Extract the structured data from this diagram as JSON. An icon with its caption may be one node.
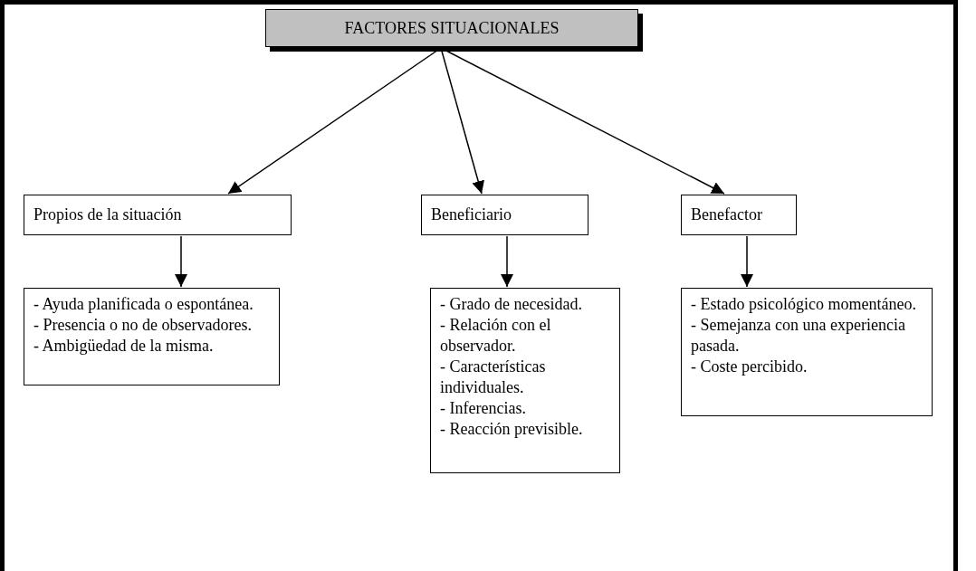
{
  "diagram": {
    "nodes": [
      {
        "text": [
          "FACTORES SITUACIONALES"
        ]
      },
      {
        "text": [
          "Propios de la situación"
        ]
      },
      {
        "text": [
          "Beneficiario"
        ]
      },
      {
        "text": [
          "Benefactor"
        ]
      },
      {
        "text": [
          "- Ayuda planificada o espontánea.",
          "- Presencia o no de observadores.",
          "- Ambigüedad de la misma."
        ]
      },
      {
        "text": [
          "- Grado de necesidad.",
          "- Relación con el observador.",
          "- Características individuales.",
          "- Inferencias.",
          "- Reacción previsible."
        ]
      },
      {
        "text": [
          "- Estado psicológico momentáneo.",
          "- Semejanza con una experiencia pasada.",
          "- Coste percibido."
        ]
      }
    ],
    "edges": [
      {
        "from": 0,
        "to": 1,
        "arrow": "to"
      },
      {
        "from": 0,
        "to": 2,
        "arrow": "to"
      },
      {
        "from": 0,
        "to": 3,
        "arrow": "to"
      },
      {
        "from": 1,
        "to": 4,
        "arrow": "to"
      },
      {
        "from": 2,
        "to": 5,
        "arrow": "to"
      },
      {
        "from": 3,
        "to": 6,
        "arrow": "to"
      }
    ]
  }
}
